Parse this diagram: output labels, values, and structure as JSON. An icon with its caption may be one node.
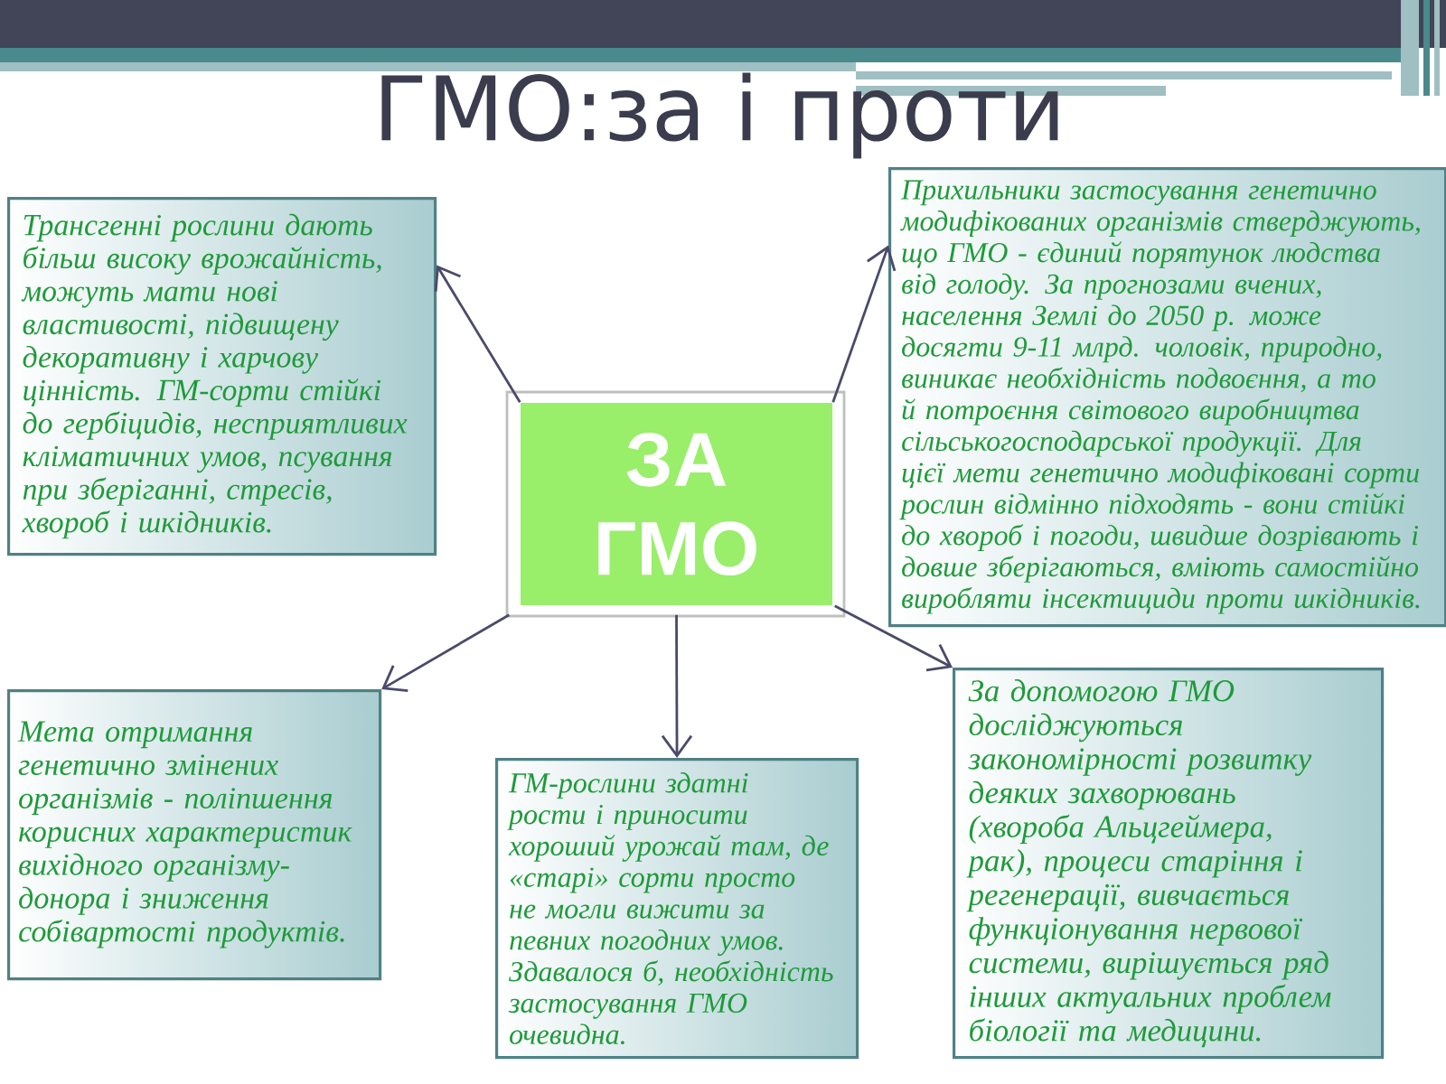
{
  "diagram": {
    "title": "ГМО:за і проти",
    "nodes": [
      {
        "text": [
          "ЗА ГМО"
        ]
      },
      {
        "text": [
          "Трансгенні рослини дають більш високу врожайність, можуть мати нові властивості, підвищену декоративну і харчову цінність. ГМ-сорти стійкі до гербіцидів, несприятливих кліматичних умов, псування при зберіганні, стресів, хвороб і шкідників."
        ]
      },
      {
        "text": [
          "Прихильники застосування генетично модифікованих організмів стверджують, що ГМО - єдиний порятунок людства від голоду. За прогнозами вчених, населення Землі до 2050 р. може досягти 9-11 млрд. чоловік, природно, виникає необхідність подвоєння, а то й потроєння світового виробництва сільськогосподарської продукції. Для цієї мети генетично модифіковані сорти рослин відмінно підходять - вони стійкі до хвороб і погоди, швидше дозрівають і довше зберігаються, вміють самостійно виробляти інсектициди проти шкідників."
        ]
      },
      {
        "text": [
          "Мета отримання генетично змінених організмів - поліпшення корисних характеристик вихідного організму-донора і зниження собівартості продуктів."
        ]
      },
      {
        "text": [
          "ГМ-рослини здатні рости і приносити хороший урожай там, де «старі» сорти просто не могли вижити за певних погодних умов. Здавалося б, необхідність застосування ГМО очевидна."
        ]
      },
      {
        "text": [
          "За допомогою ГМО досліджуються закономірності розвитку деяких захворювань (хвороба Альцгеймера, рак), процеси старіння і регенерації, вивчається функціонування нервової системи, вирішується ряд інших актуальних проблем біології та медицини."
        ]
      }
    ],
    "edges": [
      {
        "from": 0,
        "to": 1,
        "arrow": "to"
      },
      {
        "from": 0,
        "to": 2,
        "arrow": "to"
      },
      {
        "from": 0,
        "to": 3,
        "arrow": "to"
      },
      {
        "from": 0,
        "to": 4,
        "arrow": "to"
      },
      {
        "from": 0,
        "to": 5,
        "arrow": "to"
      }
    ]
  }
}
